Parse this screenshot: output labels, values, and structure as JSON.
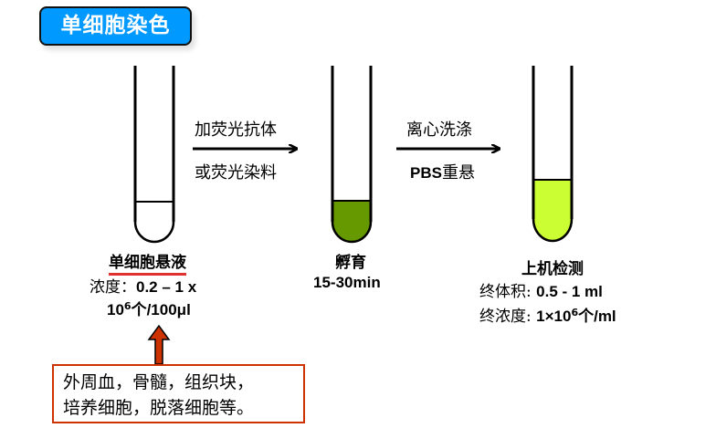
{
  "title": "单细胞染色",
  "colors": {
    "title_bg": "#0099FF",
    "incubation_liquid": "#669900",
    "final_liquid": "#CCFF33",
    "source_arrow": "#CC3300",
    "source_box_border": "#CC3300",
    "underline": "#E03030"
  },
  "steps": [
    {
      "id": "suspension",
      "label": "单细胞悬液",
      "detail_line1_prefix": "浓度：",
      "detail_line1_value": "0.2 – 1 x",
      "detail_line2_base": "10",
      "detail_line2_exp": "6",
      "detail_line2_unit": "个/100μl",
      "liquid_color": "#ffffff"
    },
    {
      "id": "incubation",
      "label": "孵育",
      "detail": "15-30min",
      "liquid_color": "#669900"
    },
    {
      "id": "detection",
      "label": "上机检测",
      "volume_prefix": "终体积:",
      "volume_value": "0.5 - 1 ml",
      "conc_prefix": "终浓度:",
      "conc_value_pre": "1×10",
      "conc_exp": "6",
      "conc_unit": "个/ml",
      "liquid_color": "#CCFF33"
    }
  ],
  "arrows": [
    {
      "top_text": "加荧光抗体",
      "bottom_text": "或荧光染料"
    },
    {
      "top_text": "离心洗涤",
      "bottom_text_bold": "PBS",
      "bottom_text": "重悬"
    }
  ],
  "sources": {
    "line1": "外周血，骨髓，组织块，",
    "line2": "培养细胞，脱落细胞等。"
  }
}
